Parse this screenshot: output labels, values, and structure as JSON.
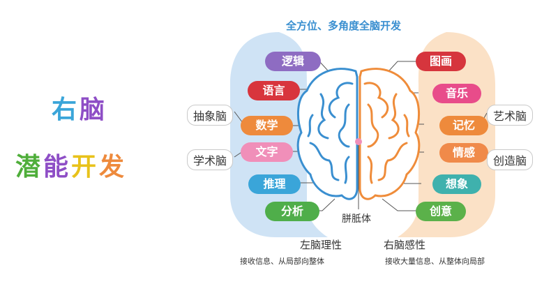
{
  "headline": {
    "line1": [
      "右",
      "脑"
    ],
    "line2": [
      "潜",
      "能",
      "开",
      "发"
    ]
  },
  "diagram": {
    "top_title": "全方位、多角度全脑开发",
    "left_skills": [
      "逻辑",
      "语言",
      "数学",
      "文字",
      "推理",
      "分析"
    ],
    "right_skills": [
      "图画",
      "音乐",
      "记忆",
      "情感",
      "想象",
      "创意"
    ],
    "left_brain_types": [
      "抽象脑",
      "学术脑"
    ],
    "right_brain_types": [
      "艺术脑",
      "创造脑"
    ],
    "center_label": "胼胝体",
    "left_caption": "左脑理性",
    "left_subcaption": "接收信息、从局部向整体",
    "right_caption": "右脑感性",
    "right_subcaption": "接收大量信息、从整体向局部"
  },
  "colors": {
    "left_band": "#cfe3f5",
    "right_band": "#fbe1c6",
    "left_brain": "#3a8fd0",
    "right_brain": "#ef8c3a",
    "pills": {
      "逻辑": "#8e6cc2",
      "语言": "#d8353d",
      "数学": "#ee8a3c",
      "文字": "#f08fb9",
      "推理": "#3aa5d9",
      "分析": "#4fae4a",
      "图画": "#d6353d",
      "音乐": "#e84c8a",
      "记忆": "#ee8a3c",
      "情感": "#f08a4a",
      "想象": "#3fb1ad",
      "创意": "#5bb14a"
    },
    "headline": [
      "#3aa5d9",
      "#8e4ec6",
      "#4fae3a",
      "#8e4ec6",
      "#e8c21a",
      "#ee8a3c"
    ]
  }
}
